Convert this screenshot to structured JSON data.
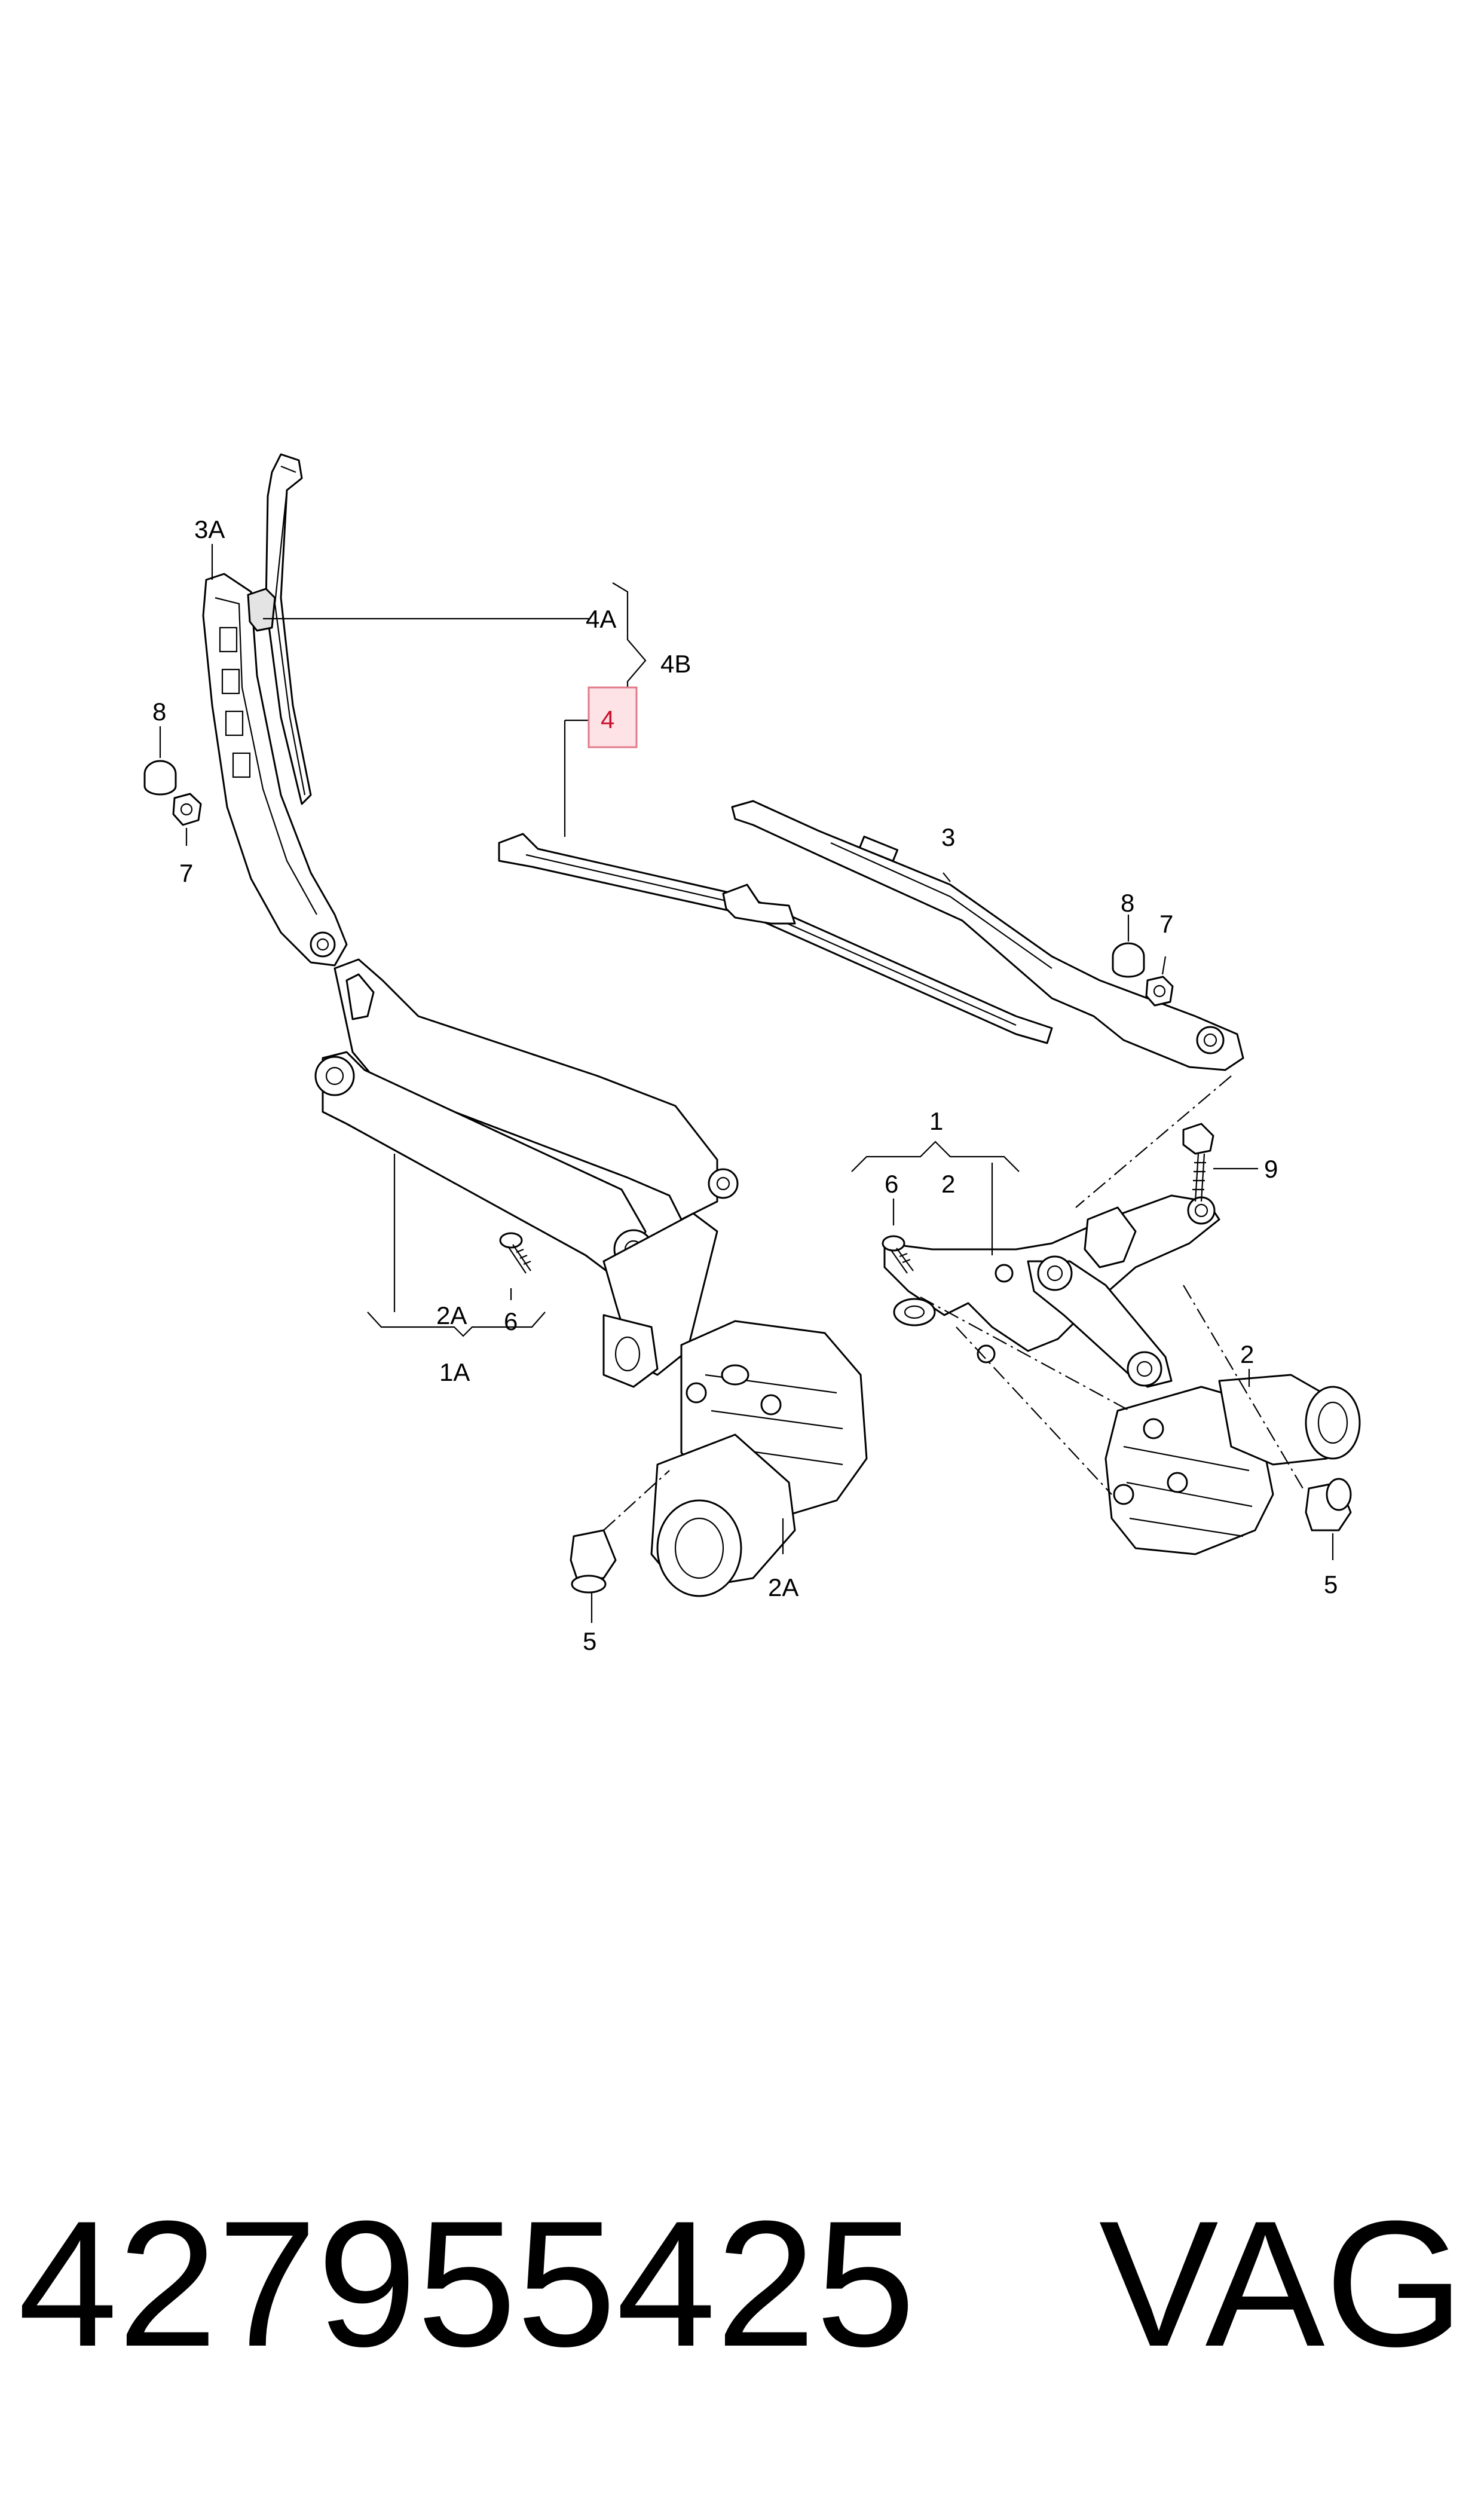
{
  "callouts": {
    "c_3A": "3A",
    "c_4A": "4A",
    "c_4B": "4B",
    "c_4": "4",
    "c_8_left": "8",
    "c_7_left": "7",
    "c_3": "3",
    "c_8_right": "8",
    "c_7_right": "7",
    "c_1": "1",
    "c_6_right": "6",
    "c_2_bracket": "2",
    "c_9": "9",
    "c_2_motor": "2",
    "c_5_right": "5",
    "c_2A_bracket": "2A",
    "c_6_left": "6",
    "c_1A": "1A",
    "c_2A_motor": "2A",
    "c_5_left": "5"
  },
  "highlighted_callout": "4",
  "footer": {
    "part_number": "427955425",
    "brand": "VAG"
  }
}
